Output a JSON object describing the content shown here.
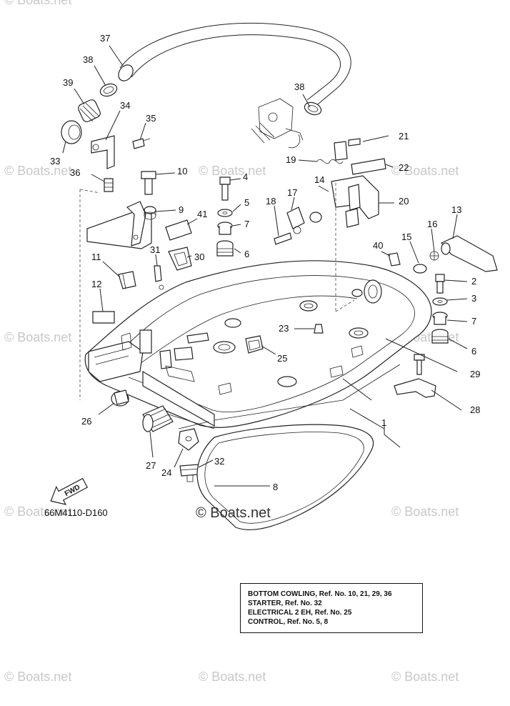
{
  "diagram_code": "66M4110-D160",
  "fwd_label": "FWD",
  "watermark_main": "© Boats.net",
  "watermark": "© Boats.net",
  "callouts": [
    "37",
    "38",
    "39",
    "34",
    "35",
    "33",
    "36",
    "10",
    "4",
    "5",
    "7",
    "6",
    "9",
    "41",
    "31",
    "30",
    "11",
    "12",
    "26",
    "27",
    "24",
    "32",
    "8",
    "1",
    "38",
    "21",
    "19",
    "22",
    "14",
    "17",
    "18",
    "20",
    "13",
    "16",
    "15",
    "40",
    "2",
    "3",
    "7",
    "6",
    "23",
    "25",
    "29",
    "28"
  ],
  "legend": [
    "BOTTOM COWLING,  Ref. No. 10, 21, 29, 36",
    "STARTER,  Ref. No. 32",
    "ELECTRICAL 2 EH,  Ref. No. 25",
    "CONTROL,  Ref. No. 5, 8"
  ]
}
